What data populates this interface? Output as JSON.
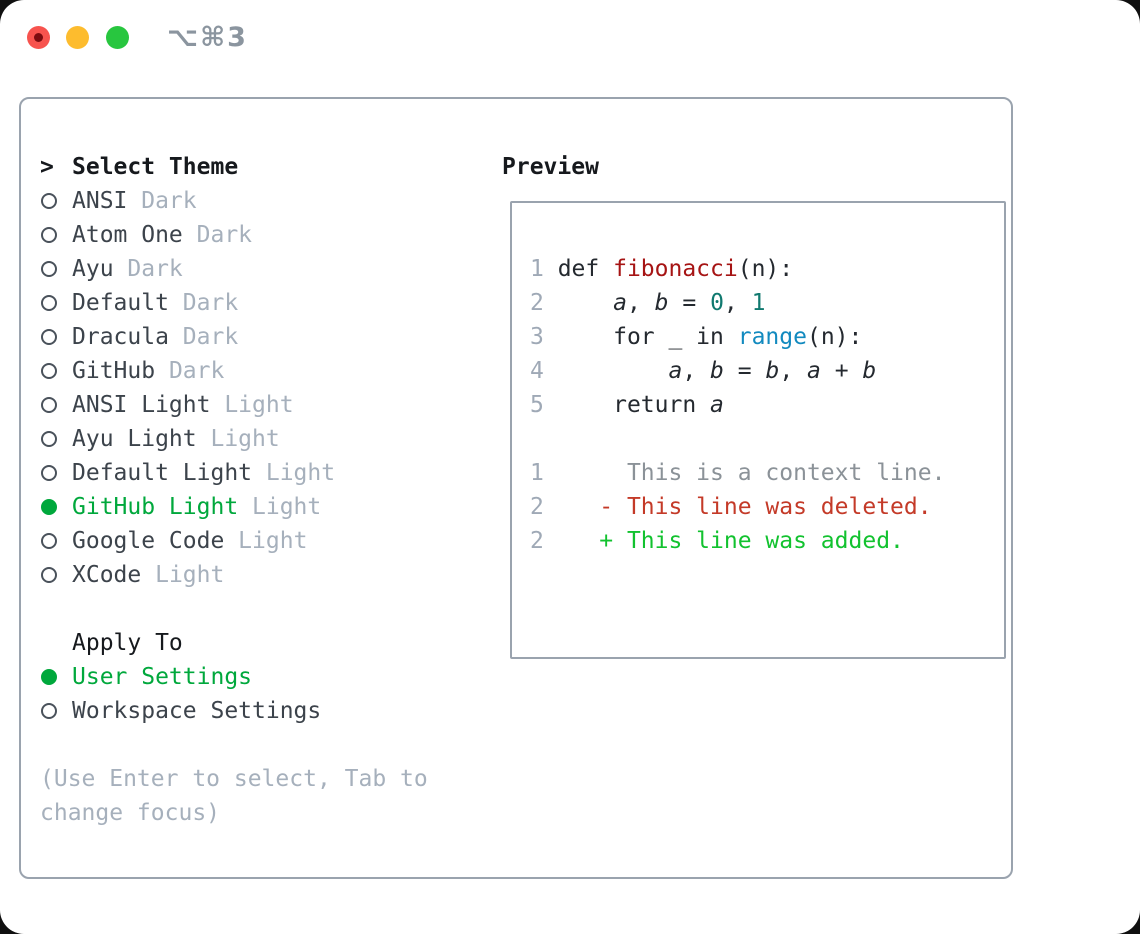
{
  "window": {
    "title": "⌥⌘3",
    "traffic_lights": [
      {
        "name": "close",
        "color": "#f7534e"
      },
      {
        "name": "minimize",
        "color": "#fdbc2e"
      },
      {
        "name": "zoom",
        "color": "#28c63f"
      }
    ]
  },
  "theme_selector": {
    "header_prefix": ">",
    "header_label": "Select Theme",
    "themes": [
      {
        "name": "ANSI",
        "variant": "Dark",
        "selected": false
      },
      {
        "name": "Atom One",
        "variant": "Dark",
        "selected": false
      },
      {
        "name": "Ayu",
        "variant": "Dark",
        "selected": false
      },
      {
        "name": "Default",
        "variant": "Dark",
        "selected": false
      },
      {
        "name": "Dracula",
        "variant": "Dark",
        "selected": false
      },
      {
        "name": "GitHub",
        "variant": "Dark",
        "selected": false
      },
      {
        "name": "ANSI Light",
        "variant": "Light",
        "selected": false
      },
      {
        "name": "Ayu Light",
        "variant": "Light",
        "selected": false
      },
      {
        "name": "Default Light",
        "variant": "Light",
        "selected": false
      },
      {
        "name": "GitHub Light",
        "variant": "Light",
        "selected": true
      },
      {
        "name": "Google Code",
        "variant": "Light",
        "selected": false
      },
      {
        "name": "XCode",
        "variant": "Light",
        "selected": false
      }
    ],
    "apply_to": {
      "label": "Apply To",
      "options": [
        {
          "name": "User Settings",
          "selected": true
        },
        {
          "name": "Workspace Settings",
          "selected": false
        }
      ]
    },
    "help_lines": [
      "(Use Enter to select, Tab to",
      "change focus)"
    ]
  },
  "preview": {
    "label": "Preview",
    "lines": [
      {
        "num": "1",
        "segments": [
          {
            "text": "def ",
            "style": "code"
          },
          {
            "text": "fibonacci",
            "style": "func"
          },
          {
            "text": "(n):",
            "style": "code"
          }
        ]
      },
      {
        "num": "2",
        "segments": [
          {
            "text": "    ",
            "style": "code"
          },
          {
            "text": "a",
            "style": "var"
          },
          {
            "text": ", ",
            "style": "code"
          },
          {
            "text": "b",
            "style": "var"
          },
          {
            "text": " = ",
            "style": "code"
          },
          {
            "text": "0",
            "style": "lit"
          },
          {
            "text": ", ",
            "style": "code"
          },
          {
            "text": "1",
            "style": "lit"
          }
        ]
      },
      {
        "num": "3",
        "segments": [
          {
            "text": "    for _ in ",
            "style": "code"
          },
          {
            "text": "range",
            "style": "builtin"
          },
          {
            "text": "(n):",
            "style": "code"
          }
        ]
      },
      {
        "num": "4",
        "segments": [
          {
            "text": "        ",
            "style": "code"
          },
          {
            "text": "a",
            "style": "var"
          },
          {
            "text": ", ",
            "style": "code"
          },
          {
            "text": "b",
            "style": "var"
          },
          {
            "text": " = ",
            "style": "code"
          },
          {
            "text": "b",
            "style": "var"
          },
          {
            "text": ", ",
            "style": "code"
          },
          {
            "text": "a",
            "style": "var"
          },
          {
            "text": " + ",
            "style": "code"
          },
          {
            "text": "b",
            "style": "var"
          }
        ]
      },
      {
        "num": "5",
        "segments": [
          {
            "text": "    return ",
            "style": "code"
          },
          {
            "text": "a",
            "style": "var"
          }
        ]
      },
      {
        "num": "",
        "segments": []
      },
      {
        "num": "1",
        "segments": [
          {
            "text": "     This is a context line.",
            "style": "context"
          }
        ]
      },
      {
        "num": "2",
        "segments": [
          {
            "text": "   - This line was deleted.",
            "style": "del"
          }
        ]
      },
      {
        "num": "2",
        "segments": [
          {
            "text": "   + This line was added.",
            "style": "add"
          }
        ]
      }
    ]
  },
  "colors": {
    "accent_green": "#00a83c",
    "added_green": "#12c22f",
    "deleted_red": "#c43a28",
    "function_red": "#a61414",
    "literal_teal": "#10796f",
    "builtin_blue": "#128abf",
    "muted_gray": "#a6b0bc",
    "line_number_gray": "#9fa9b6",
    "border_gray": "#9aa3ae",
    "text_dark": "#24292f"
  }
}
